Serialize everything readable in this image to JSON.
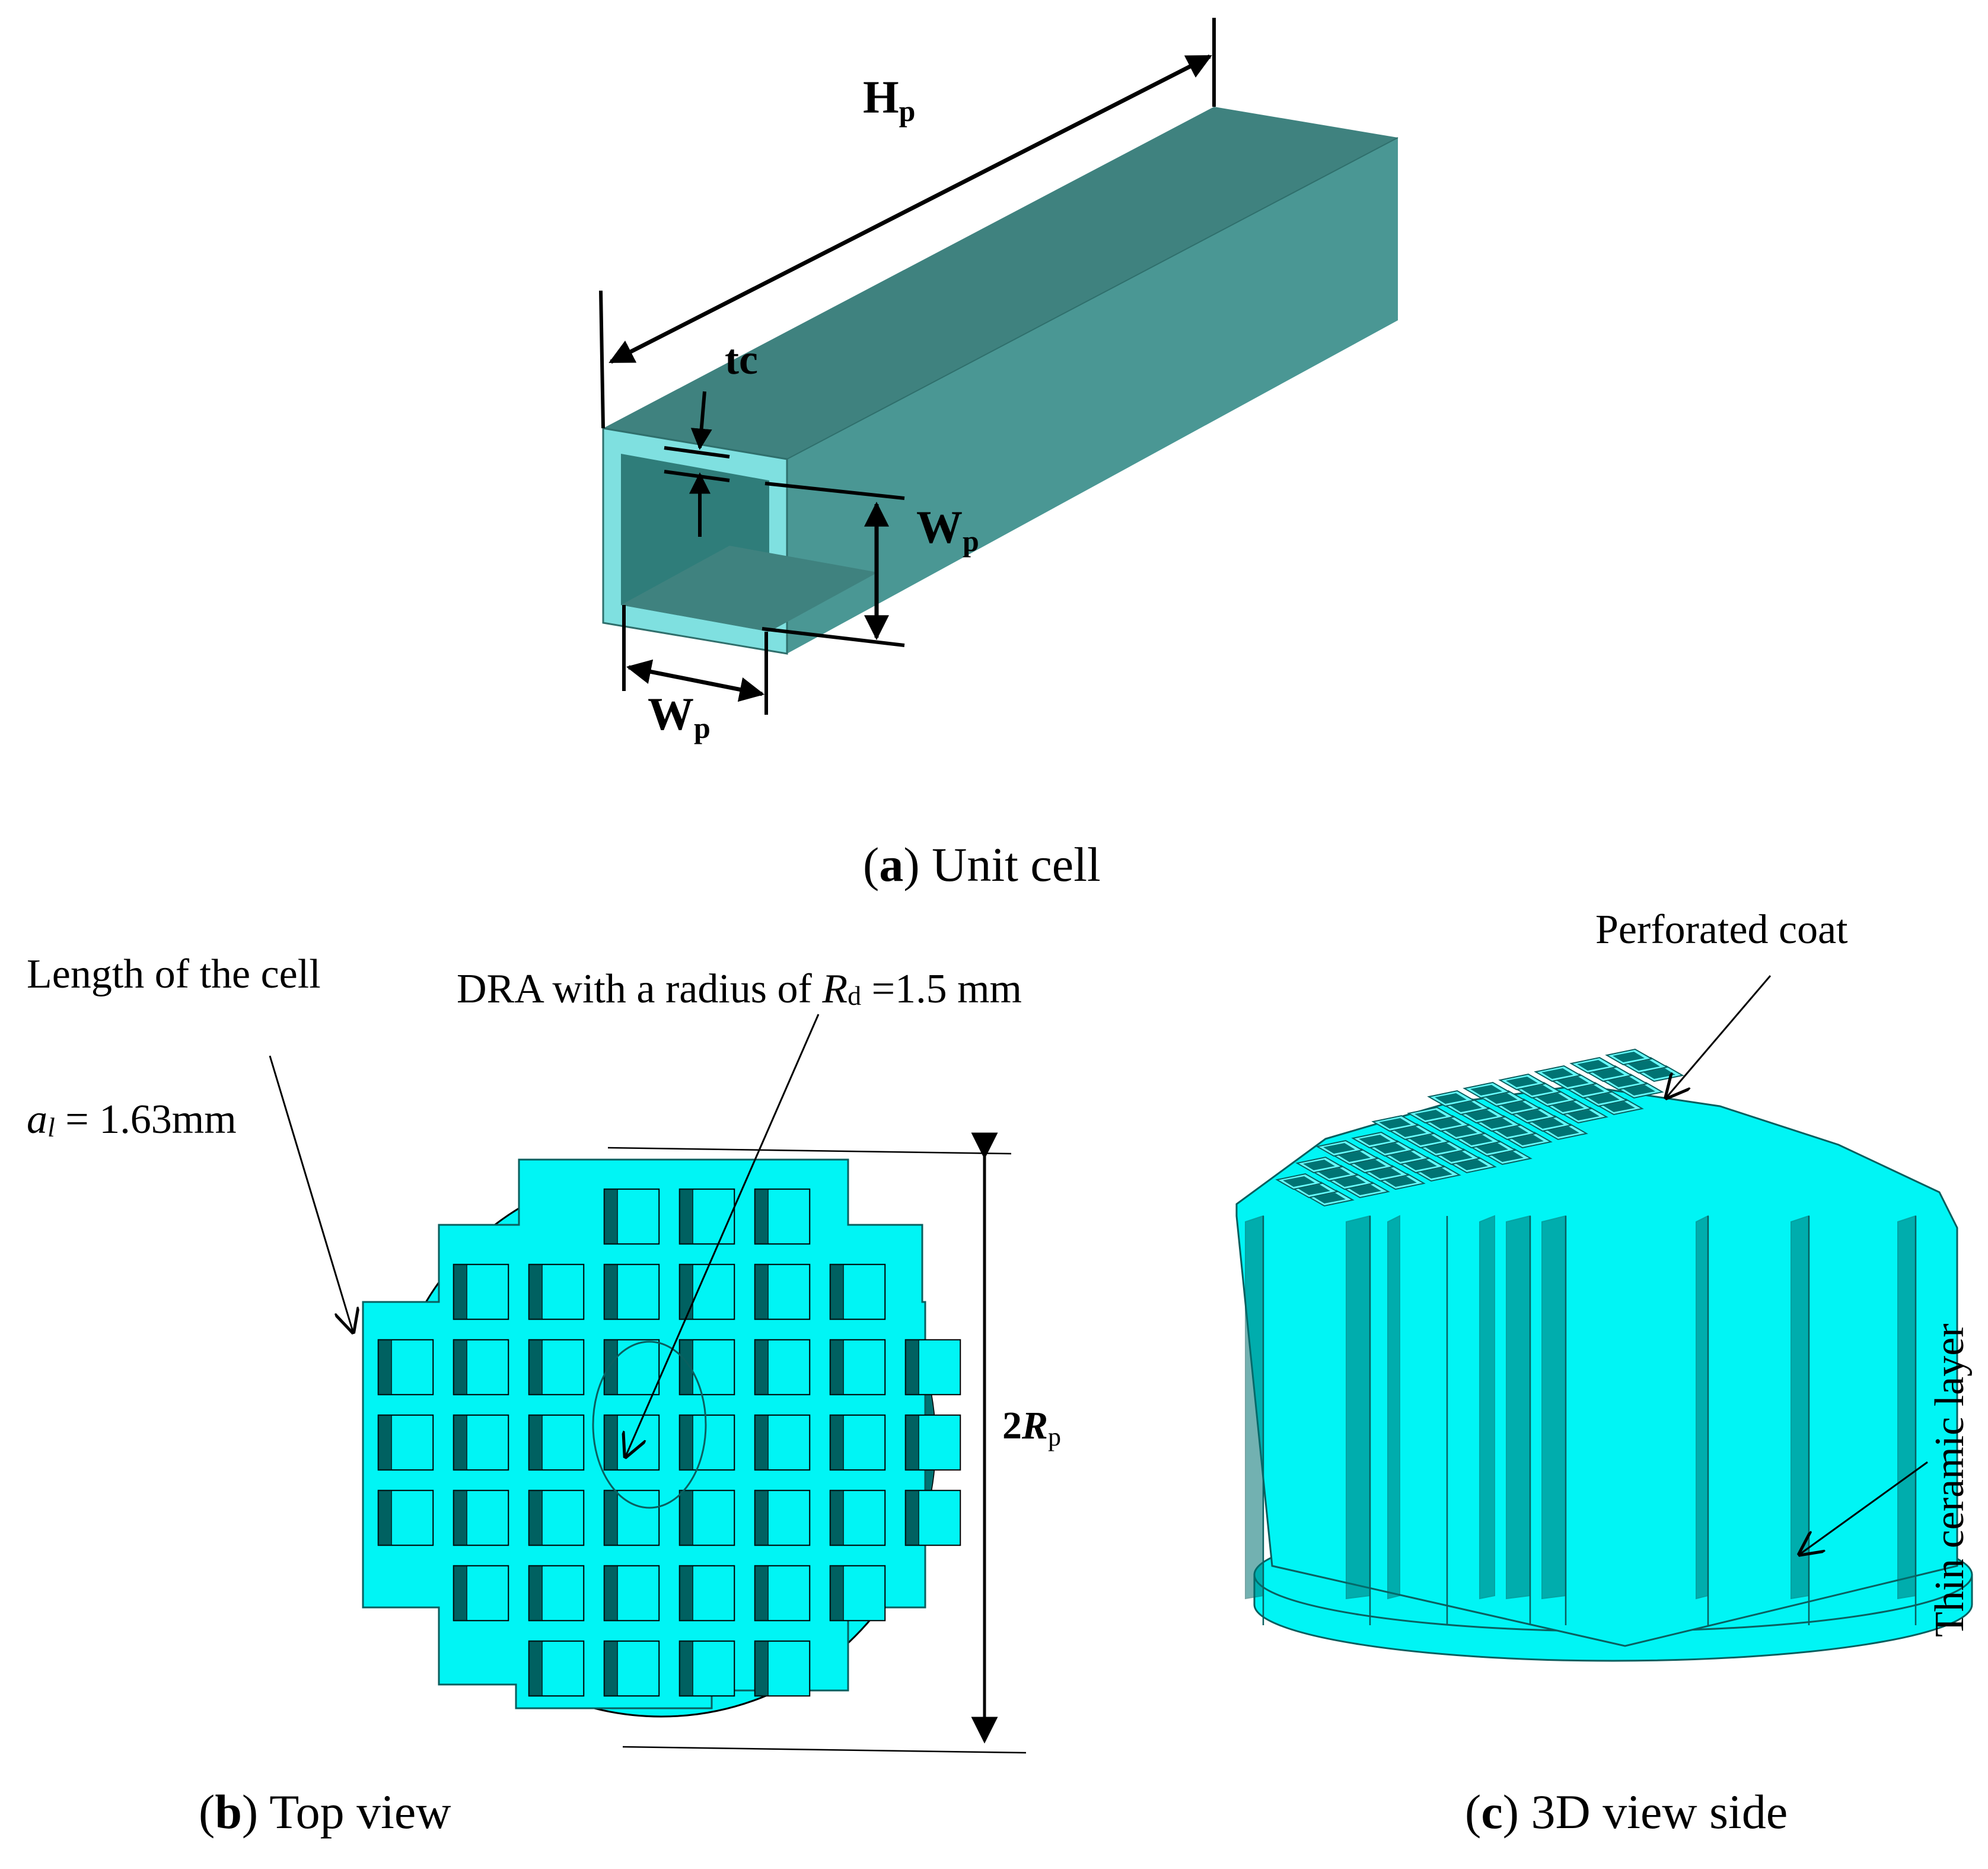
{
  "colors": {
    "tube_dark": "#2f7d7a",
    "tube_top": "#3f827f",
    "tube_side": "#4a9794",
    "tube_face": "#7fe0e0",
    "cyan": "#00f5f5",
    "cyan_light": "#66ffff",
    "cyan_dark": "#007373",
    "line": "#000000"
  },
  "icons": [
    "dimension-arrow-icon",
    "leader-arrow-icon"
  ],
  "unit_cell": {
    "hp_label": "H",
    "hp_sub": "p",
    "tc_label": "tc",
    "wp_right_label": "W",
    "wp_right_sub": "p",
    "wp_bottom_label": "W",
    "wp_bottom_sub": "p",
    "caption_letter": "a",
    "caption_text": "Unit cell"
  },
  "top_view": {
    "length_label": "Length of the cell",
    "a_symbol": "a",
    "a_sub": "l",
    "a_value": " = 1.63mm",
    "dra_prefix": "DRA with a radius of ",
    "dra_symbol": "R",
    "dra_sub": "d",
    "dra_value": " =1.5 mm",
    "diameter_prefix": "2",
    "diameter_symbol": "R",
    "diameter_sub": "p",
    "caption_letter": "b",
    "caption_text": "Top view"
  },
  "side_view": {
    "perforated_label": "Perforated coat",
    "thin_layer_label": "Thin ceramic layer",
    "caption_letter": "c",
    "caption_text": "3D view side"
  }
}
